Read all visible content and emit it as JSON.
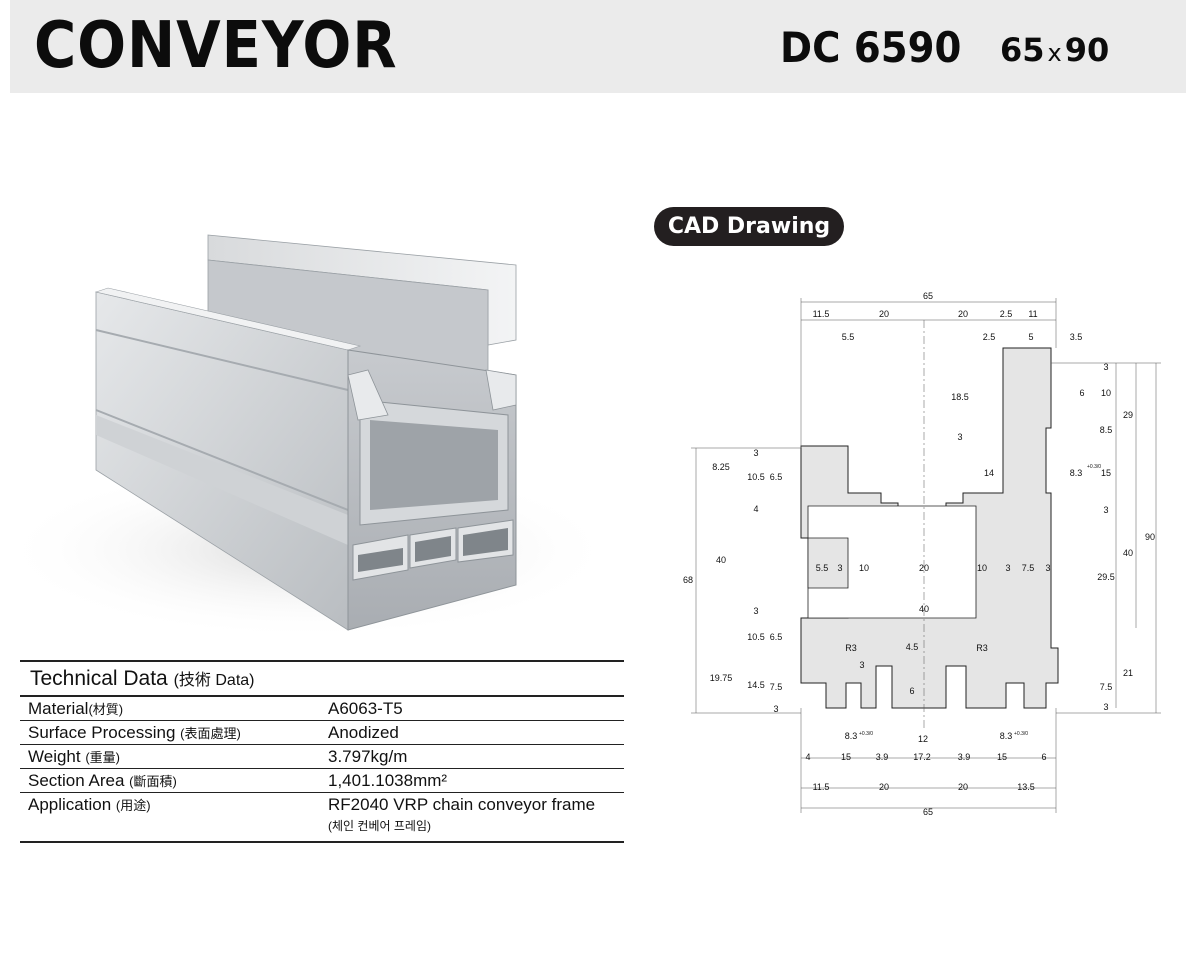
{
  "header": {
    "title": "CONVEYOR",
    "model": "DC 6590",
    "size_w": "65",
    "size_x": "x",
    "size_h": "90"
  },
  "cad": {
    "label": "CAD Drawing",
    "dims": {
      "top_total": "65",
      "top_11_5": "11.5",
      "top_20a": "20",
      "top_20b": "20",
      "top_2_5": "2.5",
      "top_11": "11",
      "t_5_5": "5.5",
      "t_2_5": "2.5",
      "t_5": "5",
      "t_3_5": "3.5",
      "r_3a": "3",
      "r_6": "6",
      "r_10": "10",
      "r_8_5": "8.5",
      "r_29": "29",
      "r_18_5": "18.5",
      "r_3b": "3",
      "r_14": "14",
      "r_8_3": "8.3",
      "r_8_3_tol": "+0.3/0",
      "r_15": "15",
      "r_3c": "3",
      "r_40": "40",
      "r_90": "90",
      "r_29_5": "29.5",
      "r_21": "21",
      "r_7_5": "7.5",
      "r_3d": "3",
      "l_3": "3",
      "l_8_25": "8.25",
      "l_10_5": "10.5",
      "l_6_5": "6.5",
      "l_4": "4",
      "l_40": "40",
      "l_68": "68",
      "l_3b": "3",
      "l_10_5b": "10.5",
      "l_6_5b": "6.5",
      "l_19_75": "19.75",
      "l_14_5": "14.5",
      "l_7_5": "7.5",
      "l_3c": "3",
      "m_5_5": "5.5",
      "m_3a": "3",
      "m_10a": "10",
      "m_20": "20",
      "m_10b": "10",
      "m_3b": "3",
      "m_7_5": "7.5",
      "m_3c": "3",
      "m_40": "40",
      "m_R3a": "R3",
      "m_R3b": "R3",
      "m_3d": "3",
      "m_4_5": "4.5",
      "m_6": "6",
      "b_8_3a": "8.3",
      "b_8_3a_tol": "+0.3/0",
      "b_12": "12",
      "b_8_3b": "8.3",
      "b_8_3b_tol": "+0.3/0",
      "b_4": "4",
      "b_15a": "15",
      "b_3_9a": "3.9",
      "b_17_2": "17.2",
      "b_3_9b": "3.9",
      "b_15b": "15",
      "b_6": "6",
      "b_11_5": "11.5",
      "b_20a": "20",
      "b_20b": "20",
      "b_13_5": "13.5",
      "b_total": "65"
    }
  },
  "tech": {
    "title": "Technical Data",
    "title_sub": "(技術  Data)",
    "rows": [
      {
        "key": "Material",
        "han": "(材質)",
        "value": "A6063-T5"
      },
      {
        "key": "Surface Processing",
        "han": "(表面處理)",
        "value": "Anodized"
      },
      {
        "key": "Weight",
        "han": "(重量)",
        "value": "3.797kg/m"
      },
      {
        "key": "Section Area",
        "han": "(斷面積)",
        "value": "1,401.1038mm²"
      },
      {
        "key": "Application",
        "han": "(用途)",
        "value": "RF2040 VRP chain conveyor frame",
        "note": "(체인 컨베어 프레임)"
      }
    ]
  }
}
